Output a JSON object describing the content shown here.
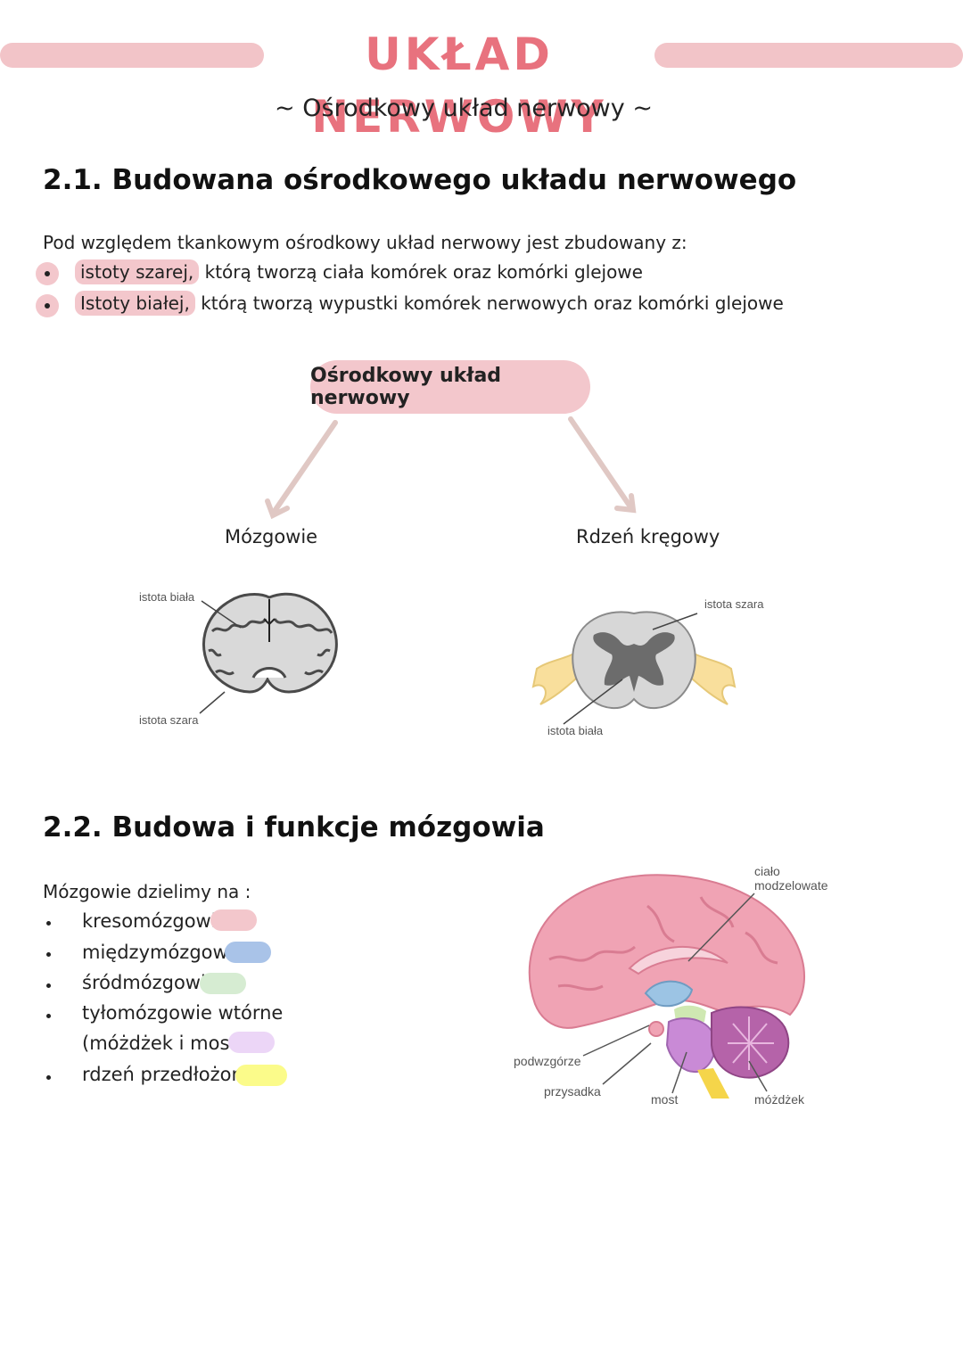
{
  "header": {
    "title": "UKŁAD NERWOWY",
    "subtitle": "~ Ośrodkowy układ nerwowy ~"
  },
  "section1": {
    "heading": "2.1.  Budowana ośrodkowego układu nerwowego",
    "intro": "Pod względem tkankowym ośrodkowy układ nerwowy jest zbudowany z:",
    "bullets": [
      {
        "highlight": "istoty szarej,",
        "rest": " którą tworzą ciała komórek oraz komórki glejowe"
      },
      {
        "highlight": "Istoty białej,",
        "rest": " którą tworzą wypustki komórek nerwowych oraz komórki glejowe"
      }
    ],
    "diagram": {
      "center": "Ośrodkowy układ nerwowy",
      "left": "Mózgowie",
      "right": "Rdzeń kręgowy"
    },
    "brain_fig": {
      "label_top": "istota biała",
      "label_bottom": "istota szara"
    },
    "spine_fig": {
      "label_top": "istota szara",
      "label_bottom": "istota biała"
    }
  },
  "section2": {
    "heading": "2.2.  Budowa i funkcje mózgowia",
    "intro": "Mózgowie dzielimy na :",
    "items": [
      {
        "label": "kresomózgowie",
        "color": "#f3c7cc"
      },
      {
        "label": "międzymózgowie",
        "color": "#a9c3e8"
      },
      {
        "label": "śródmózgowie",
        "color": "#d6ecd2"
      },
      {
        "label": "tyłomózgowie wtórne",
        "label2": "(móżdżek i most)",
        "color": "#ecd6f7"
      },
      {
        "label": "rdzeń przedłożony",
        "color": "#fbfb8a"
      }
    ],
    "fig_labels": {
      "corpus": "ciało modzelowate",
      "hypothalamus": "podwzgórze",
      "pituitary": "przysadka",
      "pons": "most",
      "cerebellum": "móżdżek"
    }
  },
  "colors": {
    "accent": "#e8727e",
    "highlight": "#f3c7cc",
    "band": "#f2c4c8"
  }
}
